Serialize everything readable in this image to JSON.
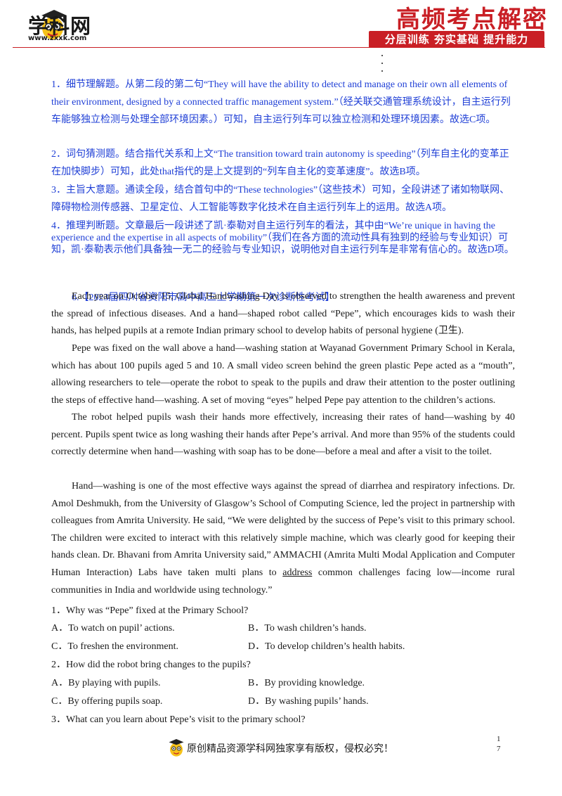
{
  "header": {
    "logo_text": "学科网",
    "logo_url": "www.zxxk.com",
    "brand": "高频考点解密",
    "slogan": "分层训练  夯实基础  提升能力"
  },
  "answers": [
    "1．细节理解题。从第二段的第二句“They will have the ability to detect and manage on their own all elements of their environment, designed by a connected traffic management system.”（经关联交通管理系统设计，自主运行列车能够独立检测与处理全部环境因素。）可知，自主运行列车可以独立检测和处理环境因素。故选C项。",
    "2．词句猜测题。结合指代关系和上文“The transition toward train autonomy is speeding”（列车自主化的变革正在加快脚步）可知，此处that指代的是上文提到的“列车自主化的变革速度”。故选B项。",
    "3．主旨大意题。通读全段，结合首句中的“These technologies”（这些技术）可知，全段讲述了诸如物联网、障碍物检测传感器、卫星定位、人工智能等数字化技术在自主运行列车上的运用。故选A项。",
    "4．推理判断题。文章最后一段讲述了凯·泰勒对自主运行列车的看法，其中由“We’re unique in having the experience and the expertise in all aspects of mobility”（我们在各方面的流动性具有独到的经验与专业知识）可知，凯·泰勒表示他们具备独一无二的经验与专业知识，说明他对自主运行列车是非常有信心的。故选D项。"
  ],
  "source_title": "6.【2023届四川省资阳市高中高三上学期第一次诊断性考试】",
  "passage": {
    "p1": "Each year on October 15, Global Handwashing Day is observed to strengthen the health awareness and prevent the spread of infectious diseases. And a hand—shaped robot called “Pepe”, which encourages kids to wash their hands, has helped pupils at a remote Indian primary school to develop habits of personal hygiene (卫生).",
    "p2": "Pepe was fixed on the wall above a hand—washing station at Wayanad Government Primary School in Kerala, which has about 100 pupils aged 5 and 10. A small video screen behind the green plastic Pepe acted as a “mouth”, allowing researchers to tele—operate the robot to speak to the pupils and draw their attention to the poster outlining the steps of effective hand—washing. A set of moving “eyes” helped Pepe pay attention to the children’s actions.",
    "p3": "The robot helped pupils wash their hands more effectively, increasing their rates of hand—washing by 40 percent. Pupils spent twice as long washing their hands after Pepe’s arrival. And more than 95% of the students could correctly determine when hand—washing with soap has to be done—before a meal and after a visit to the toilet.",
    "p4_before": "Hand—washing is one of the most effective ways against the spread of diarrhea and respiratory infections. Dr. Amol Deshmukh, from the University of Glasgow’s School of Computing Science, led the project in partnership with colleagues from Amrita University. He said, “We were delighted by the success of Pepe’s visit to this primary school. The children were excited to interact with this relatively simple machine, which was clearly good for keeping their hands clean. Dr. Bhavani from Amrita University said,” AMMACHI (Amrita Multi Modal Application and Computer Human Interaction) Labs have taken multi plans to ",
    "p4_underlined": "address",
    "p4_after": " common challenges facing low—income rural communities in India and worldwide using technology.”"
  },
  "questions": [
    {
      "stem": "1．Why was “Pepe” fixed at the Primary School?",
      "options": [
        "A．To watch on pupil’ actions.",
        "B．To wash children’s hands.",
        "C．To freshen the environment.",
        "D．To develop children’s health habits."
      ]
    },
    {
      "stem": "2．How did the robot bring changes to the pupils?",
      "options": [
        "A．By playing with pupils.",
        "B．By providing knowledge.",
        "C．By offering pupils soap.",
        "D．By washing pupils’ hands."
      ]
    },
    {
      "stem": "3．What can you learn about Pepe’s visit to the primary school?",
      "options": []
    }
  ],
  "footer": {
    "text": "原创精品资源学科网独家享有版权，侵权必究！",
    "page": "1",
    "total": "7"
  }
}
